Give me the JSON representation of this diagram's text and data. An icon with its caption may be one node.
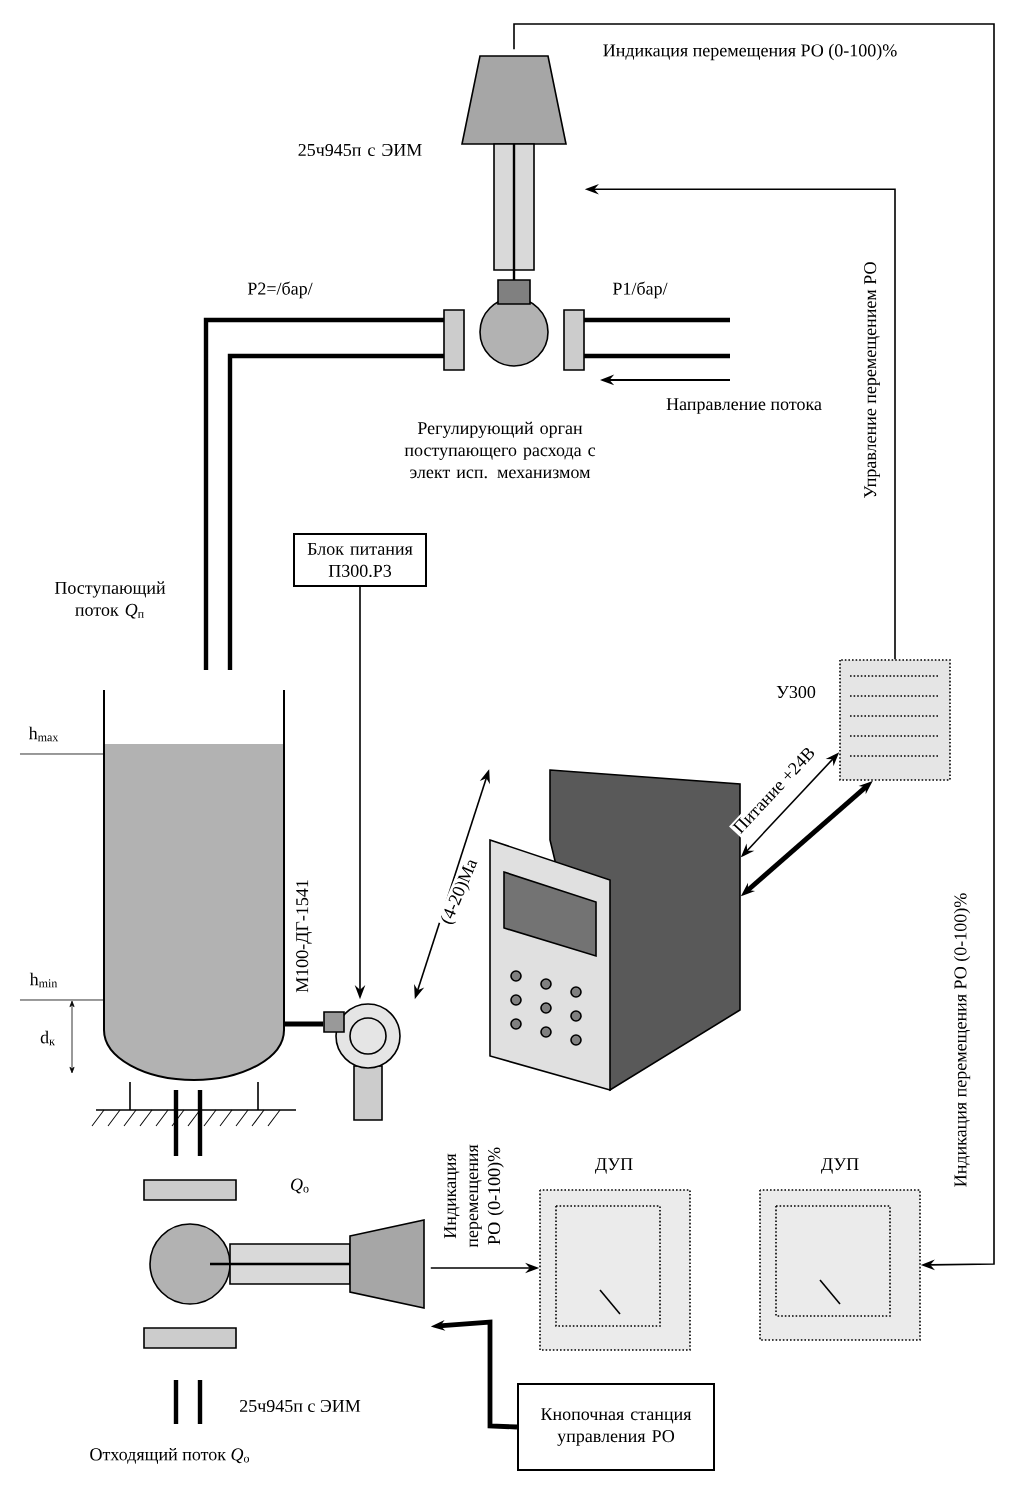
{
  "diagram": {
    "nodes": [
      {
        "text": [],
        "shape": "picture",
        "beside": [
          "25ч945п с ЭИМ"
        ]
      },
      {
        "text": [],
        "shape": "cylinder"
      },
      {
        "text": [],
        "shape": "picture",
        "beside": [
          "М100-ДГ-1541"
        ]
      },
      {
        "text": [
          "Блок питания П300.Р3"
        ]
      },
      {
        "text": [],
        "shape": "picture"
      },
      {
        "text": [],
        "shape": "picture",
        "beside": [
          "У300"
        ]
      },
      {
        "text": [],
        "shape": "picture",
        "beside": [
          "25ч945п с ЭИМ"
        ]
      },
      {
        "text": [],
        "shape": "picture",
        "beside": [
          "ДУП"
        ]
      },
      {
        "text": [],
        "shape": "picture",
        "beside": [
          "ДУП"
        ]
      },
      {
        "text": [
          "Кнопочная станция управления РО"
        ]
      }
    ],
    "edges": [
      {
        "from": 5,
        "to": 0,
        "arrow": "to",
        "label": "Управление перемещением РО"
      },
      {
        "from": 0,
        "to": 8,
        "arrow": "to",
        "label": "Индикация перемещения РО (0-100)%"
      },
      {
        "from": 3,
        "to": 2,
        "arrow": "to"
      },
      {
        "from": 4,
        "to": 2,
        "arrow": "both",
        "label": "(4-20)Ма"
      },
      {
        "from": 4,
        "to": 5,
        "arrow": "both",
        "label": "Питание +24В"
      },
      {
        "from": 4,
        "to": 5,
        "arrow": "both",
        "style": "thick"
      },
      {
        "from": 6,
        "to": 7,
        "arrow": "to",
        "label": "Индикация перемещения РО (0-100)%"
      },
      {
        "from": 9,
        "to": 6,
        "arrow": "to",
        "style": "thick"
      },
      {
        "from": 1,
        "to": 2,
        "arrow": "none",
        "style": "thick"
      }
    ],
    "labels": [
      "P2=/бар/",
      "P1/бар/",
      "Направление потока",
      "Регулирующий орган поступающего расхода с элект исп. механизмом",
      "Поступающий поток *Q*$_{п}$",
      "h$_{max}$",
      "h$_{min}$",
      "d$_{к}$",
      "Индикация перемещения РО (0-100)%",
      "*Q*$_{о}$",
      "Отходящий поток *Q*$_{о}$"
    ]
  }
}
